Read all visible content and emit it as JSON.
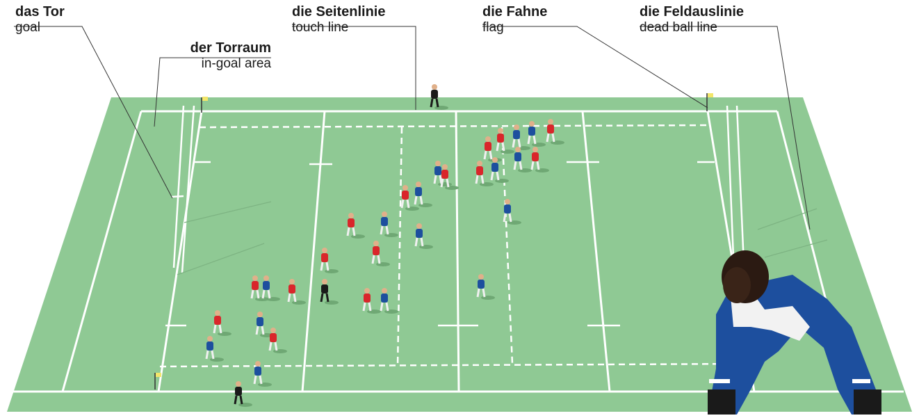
{
  "labels": {
    "goal": {
      "de": "das Tor",
      "en": "goal"
    },
    "in_goal": {
      "de": "der Torraum",
      "en": "in-goal area"
    },
    "touch_line": {
      "de": "die Seitenlinie",
      "en": "touch line"
    },
    "flag": {
      "de": "die Fahne",
      "en": "flag"
    },
    "dead_ball_line": {
      "de": "die Feldauslinie",
      "en": "dead ball line"
    }
  },
  "colors": {
    "field": "#8fc994",
    "field_edge": "#86c08b",
    "lines": "#ffffff",
    "team_red": "#d9262b",
    "team_blue": "#1d4f9e",
    "referee": "#1a1a1a",
    "flag": "#f3e66a"
  }
}
